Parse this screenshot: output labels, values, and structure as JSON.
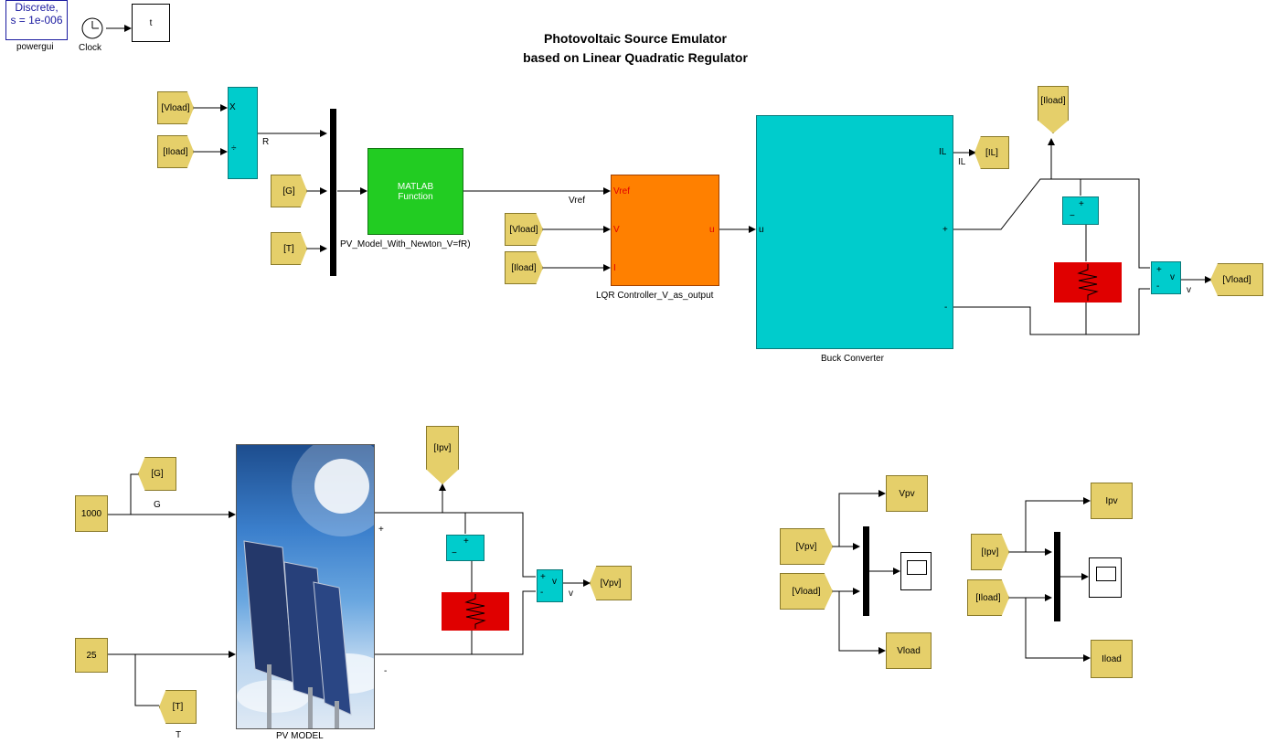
{
  "title": {
    "line1": "Photovoltaic Source Emulator",
    "line2": "based on Linear Quadratic Regulator"
  },
  "powergui": {
    "line1": "Discrete,",
    "line2": "s = 1e-006",
    "label": "powergui"
  },
  "clock": {
    "label": "Clock"
  },
  "to_workspace": {
    "text": "t"
  },
  "tags": {
    "vload_from_1": "[Vload]",
    "iload_from_1": "[Iload]",
    "g_from": "[G]",
    "t_from": "[T]",
    "vload_from_2": "[Vload]",
    "iload_from_2": "[Iload]",
    "il_goto": "[IL]",
    "iload_goto": "[Iload]",
    "vload_goto": "[Vload]",
    "g_goto": "[G]",
    "t_goto": "[T]",
    "ipv_goto": "[Ipv]",
    "vpv_goto": "[Vpv]",
    "vpv_from": "[Vpv]",
    "vload_from_3": "[Vload]",
    "ipv_from": "[Ipv]",
    "iload_from_3": "[Iload]"
  },
  "divide": {
    "x_label": "X",
    "div_label": "÷",
    "out_label": "R"
  },
  "matlab_fcn": {
    "line1": "MATLAB",
    "line2": "Function",
    "caption": "PV_Model_With_Newton_V=fR)",
    "out_label": "Vref"
  },
  "lqr": {
    "in1": "Vref",
    "in2": "V",
    "in3": "I",
    "out": "u",
    "caption": "LQR Controller_V_as_output"
  },
  "buck": {
    "in": "u",
    "out1": "IL",
    "out2": "+",
    "out3": "-",
    "caption": "Buck Converter",
    "il_wire_label": "IL"
  },
  "buck_vm": {
    "plus": "+",
    "minus": "-",
    "v": "v",
    "out": "v"
  },
  "buck_am": {
    "plus": "+",
    "minus": "−"
  },
  "pv_model": {
    "caption": "PV MODEL",
    "plus": "+",
    "minus": "-"
  },
  "constants": {
    "irradiance": "1000",
    "temperature": "25",
    "g_label": "G",
    "t_label": "T"
  },
  "pv_vm": {
    "plus": "+",
    "minus": "-",
    "v": "v",
    "out": "v"
  },
  "pv_am": {
    "plus": "+",
    "minus": "−"
  },
  "scopes": {
    "vpv": "Vpv",
    "vload": "Vload",
    "ipv": "Ipv",
    "iload": "Iload"
  },
  "colors": {
    "yellow": "#e5cf6a",
    "cyan": "#00cccc",
    "green": "#22cc22",
    "orange": "#ff8000",
    "red": "#e00000"
  }
}
